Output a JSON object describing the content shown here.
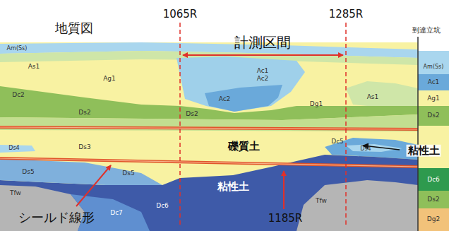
{
  "diagram": {
    "title": "地質図",
    "labels": [
      "1065R",
      "1285R",
      "計測区間",
      "到達立坑",
      "Am(Ss)",
      "As1",
      "Ag1",
      "Dc2",
      "Ds2",
      "Ds4",
      "Ds3",
      "Ds5",
      "Ds5",
      "Tfw",
      "Dc7",
      "Ac1",
      "Ac2",
      "Ac2",
      "Ds2",
      "Dg1",
      "As1",
      "Am(Ss)",
      "Ac1",
      "Ag1",
      "Ds2",
      "礫質土",
      "Dc5",
      "Ds4",
      "粘性土",
      "粘性土",
      "Dc6",
      "Tfw",
      "Dc6",
      "Ds2",
      "Dg2",
      "シールド線形",
      "1185R"
    ]
  }
}
